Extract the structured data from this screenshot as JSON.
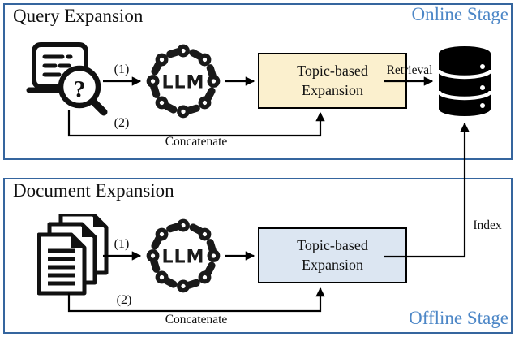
{
  "stages": {
    "online": {
      "title": "Query Expansion",
      "stage_label": "Online Stage",
      "step1": "(1)",
      "step2": "(2)",
      "concatenate": "Concatenate",
      "retrieval": "Retrieval",
      "topic_box": "Topic-based Expansion",
      "llm": "LLM"
    },
    "offline": {
      "title": "Document Expansion",
      "stage_label": "Offline Stage",
      "step1": "(1)",
      "step2": "(2)",
      "concatenate": "Concatenate",
      "index": "Index",
      "topic_box": "Topic-based Expansion",
      "llm": "LLM"
    }
  },
  "icons": {
    "query": "query-search-icon",
    "documents": "document-stack-icon",
    "llm": "llm-chain-circle-icon",
    "database": "database-icon",
    "query_glyph": "?"
  },
  "colors": {
    "stage_border": "#35659E",
    "stage_label_text": "#4D87C7",
    "topic_online_bg": "#FBF0CE",
    "topic_offline_bg": "#DCE6F2",
    "line": "#000000",
    "icon": "#111111"
  }
}
